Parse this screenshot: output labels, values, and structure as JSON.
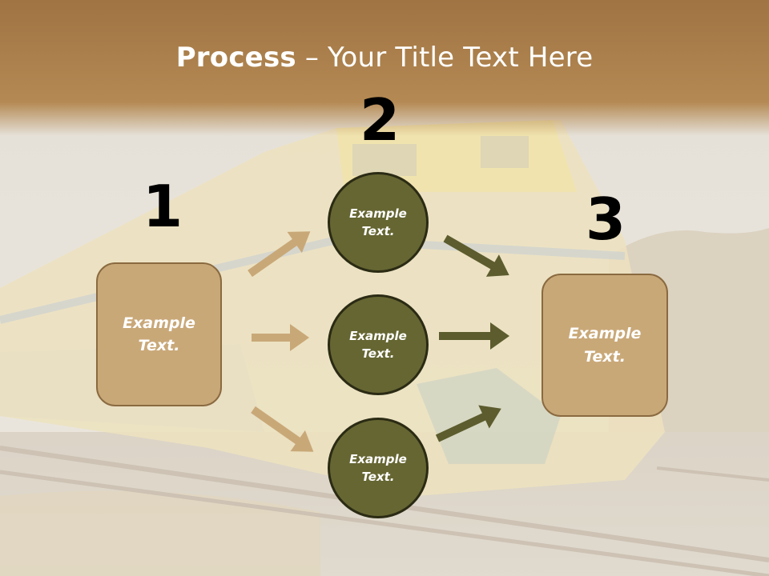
{
  "title": {
    "bold": "Process",
    "rest": " – Your Title Text Here"
  },
  "steps": [
    {
      "number": "1",
      "label_line1": "Example",
      "label_line2": "Text."
    },
    {
      "number": "2"
    },
    {
      "number": "3",
      "label_line1": "Example",
      "label_line2": "Text."
    }
  ],
  "circles": [
    {
      "label_line1": "Example",
      "label_line2": "Text."
    },
    {
      "label_line1": "Example",
      "label_line2": "Text."
    },
    {
      "label_line1": "Example",
      "label_line2": "Text."
    }
  ],
  "colors": {
    "box_fill": "#c9a878",
    "circle_fill": "#666633",
    "left_arrow": "#c9a878",
    "right_arrow": "#5c5c2e",
    "title_band": "#a87d45"
  }
}
